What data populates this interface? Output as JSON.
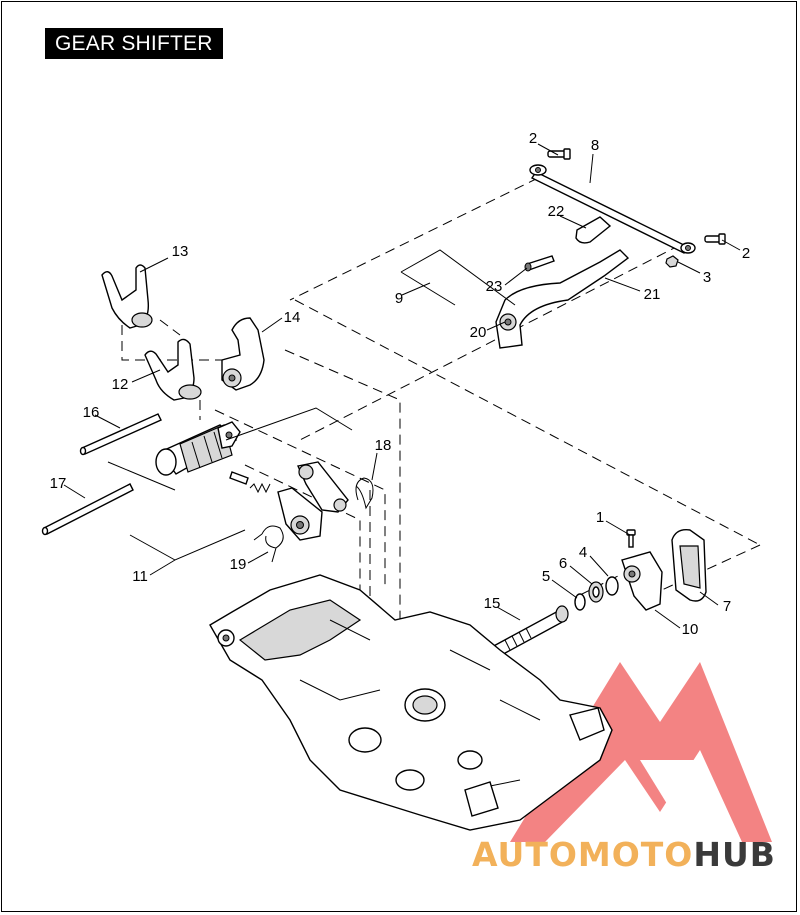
{
  "title": "GEAR SHIFTER",
  "callouts": {
    "c1": "1",
    "c2a": "2",
    "c2b": "2",
    "c3": "3",
    "c4": "4",
    "c5": "5",
    "c6": "6",
    "c7": "7",
    "c8": "8",
    "c9": "9",
    "c10": "10",
    "c11": "11",
    "c12": "12",
    "c13": "13",
    "c14": "14",
    "c15": "15",
    "c16": "16",
    "c17": "17",
    "c18": "18",
    "c19": "19",
    "c20": "20",
    "c21": "21",
    "c22": "22",
    "c23": "23"
  },
  "watermark": {
    "part_a": "AUTO",
    "part_b": "MOTO",
    "part_c": "HUB",
    "logo_color": "#ef5a5a"
  },
  "colors": {
    "ink": "#000000",
    "title_bg": "#000000",
    "title_fg": "#ffffff"
  }
}
